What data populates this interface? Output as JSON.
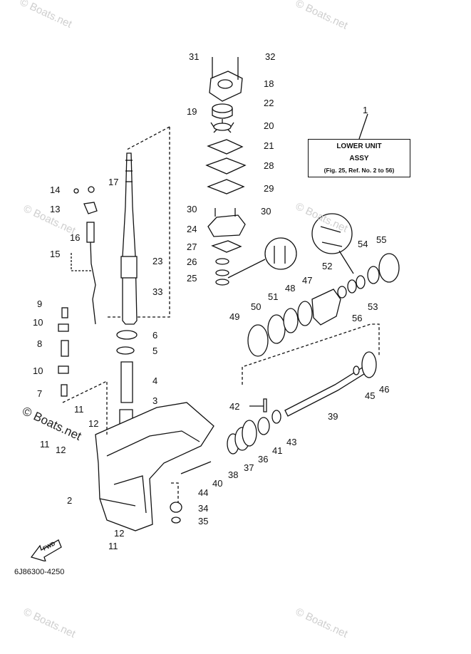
{
  "title_box": {
    "line1": "LOWER UNIT",
    "line2": "ASSY",
    "line3": "(Fig. 25, Ref. No. 2 to 56)"
  },
  "part_number": "6J86300-4250",
  "fwd_label": "FWD",
  "watermark": {
    "text": "© Boats.net",
    "strong_text": "© Boats.net"
  },
  "callouts": [
    "1",
    "31",
    "32",
    "18",
    "22",
    "19",
    "20",
    "21",
    "28",
    "29",
    "30",
    "30",
    "24",
    "27",
    "26",
    "25",
    "23",
    "33",
    "17",
    "14",
    "13",
    "16",
    "15",
    "9",
    "10",
    "8",
    "10",
    "7",
    "6",
    "5",
    "4",
    "3",
    "11",
    "12",
    "11",
    "12",
    "2",
    "12",
    "11",
    "34",
    "35",
    "44",
    "40",
    "38",
    "37",
    "36",
    "41",
    "42",
    "39",
    "43",
    "45",
    "46",
    "49",
    "50",
    "51",
    "48",
    "47",
    "52",
    "53",
    "54",
    "55",
    "56"
  ]
}
